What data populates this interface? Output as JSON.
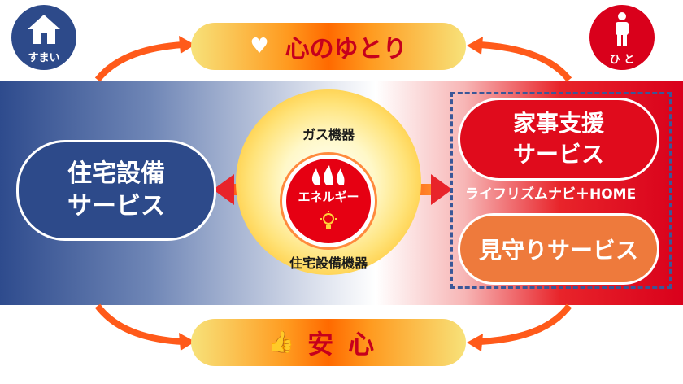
{
  "badges": {
    "left_label": "すまい",
    "right_label": "ひ と"
  },
  "top": {
    "label": "心のゆとり"
  },
  "bottom": {
    "label": "安心"
  },
  "left_service": {
    "line1": "住宅設備",
    "line2": "サービス"
  },
  "center": {
    "top_label": "ガス機器",
    "core_label": "エネルギー",
    "bottom_label": "住宅設備機器"
  },
  "right": {
    "kaji_line1": "家事支援",
    "kaji_line2": "サービス",
    "life_label": "ライフリズムナビ＋HOME",
    "mimamori": "見守りサービス"
  },
  "colors": {
    "navy": "#2d4a8a",
    "red": "#d9001b",
    "orange": "#ee7a3c"
  },
  "icons": [
    "house-icon",
    "person-icon",
    "heart-icon",
    "thumbs-up-icon",
    "flame-icon",
    "lightbulb-icon"
  ]
}
